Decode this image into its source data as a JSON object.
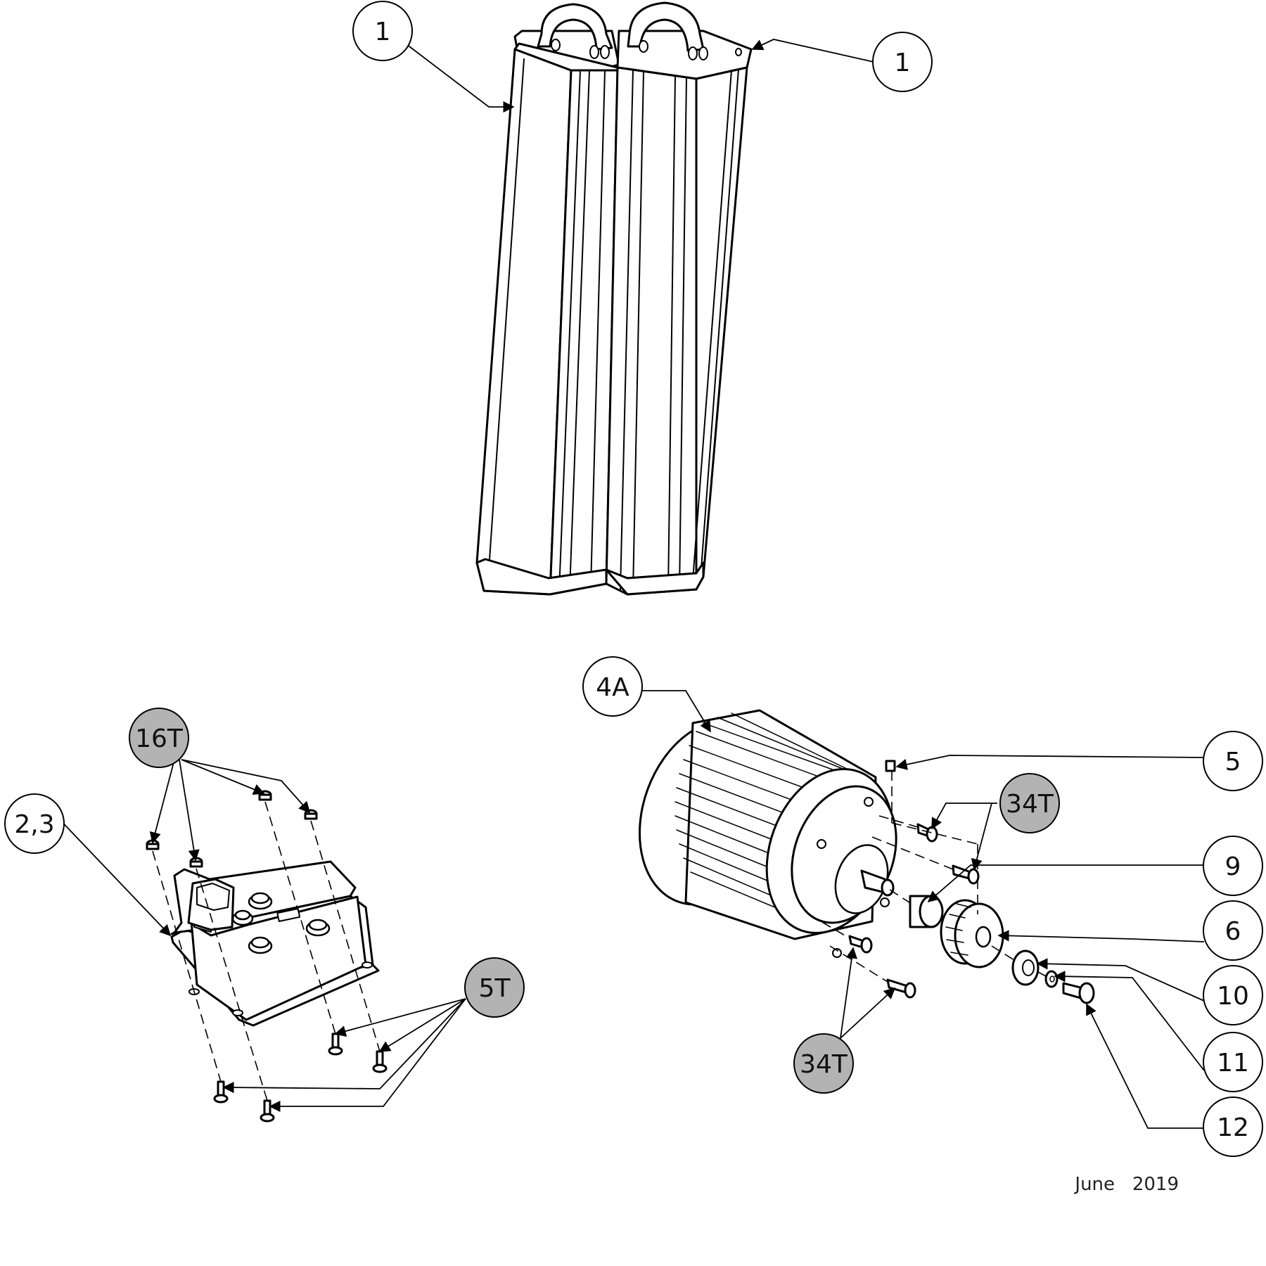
{
  "callouts": [
    {
      "id": "c1a",
      "label": "1",
      "shaded": false
    },
    {
      "id": "c1b",
      "label": "1",
      "shaded": false
    },
    {
      "id": "c4a",
      "label": "4A",
      "shaded": false
    },
    {
      "id": "c16t",
      "label": "16T",
      "shaded": true
    },
    {
      "id": "c23",
      "label": "2,3",
      "shaded": false
    },
    {
      "id": "c5t",
      "label": "5T",
      "shaded": true
    },
    {
      "id": "c5",
      "label": "5",
      "shaded": false
    },
    {
      "id": "c34ta",
      "label": "34T",
      "shaded": true
    },
    {
      "id": "c9",
      "label": "9",
      "shaded": false
    },
    {
      "id": "c6",
      "label": "6",
      "shaded": false
    },
    {
      "id": "c10",
      "label": "10",
      "shaded": false
    },
    {
      "id": "c11",
      "label": "11",
      "shaded": false
    },
    {
      "id": "c12",
      "label": "12",
      "shaded": false
    },
    {
      "id": "c34tb",
      "label": "34T",
      "shaded": true
    }
  ],
  "date": "June   2019",
  "colors": {
    "line": "#000000",
    "shaded_balloon": "#b3b3b3",
    "balloon": "#ffffff"
  }
}
